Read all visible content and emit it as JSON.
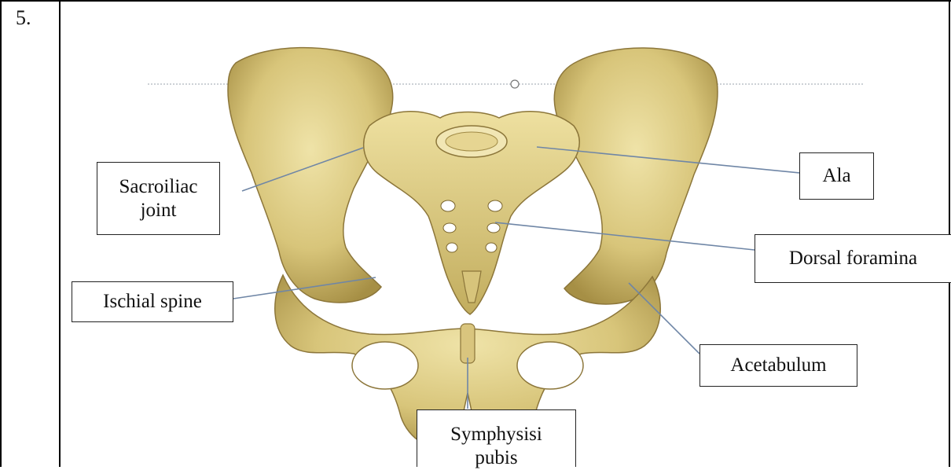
{
  "item_number": "5.",
  "labels": {
    "sacroiliac": "Sacroiliac\njoint",
    "ala": "Ala",
    "dorsal": "Dorsal foramina",
    "ischial": "Ischial spine",
    "acetabulum": "Acetabulum",
    "symphysis": "Symphysisi\npubis"
  },
  "colors": {
    "bone_light": "#e8d99a",
    "bone_mid": "#cdb96a",
    "bone_dark": "#9c8640",
    "leader": "#6f86a6"
  }
}
